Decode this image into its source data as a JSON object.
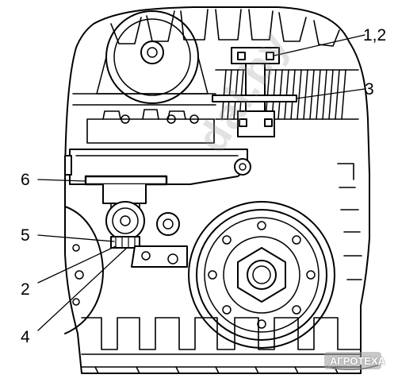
{
  "callouts": {
    "c12": "1,2",
    "c3": "3",
    "c6": "6",
    "c5": "5",
    "c2": "2",
    "c4": "4"
  },
  "watermark": "dal.by",
  "logo": "АГРОТЕХА",
  "colors": {
    "line": "#000000",
    "background": "#ffffff",
    "watermark": "#969696"
  }
}
